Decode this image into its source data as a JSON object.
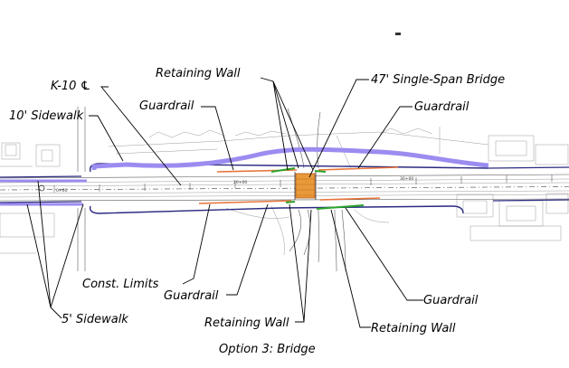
{
  "labels": {
    "centerline": "K-10 ℄",
    "retaining_wall_top": "Retaining Wall",
    "bridge": "47' Single-Span Bridge",
    "guardrail_top_left": "Guardrail",
    "guardrail_top_right": "Guardrail",
    "sidewalk_10": "10' Sidewalk",
    "const_limits": "Const. Limits",
    "guardrail_bottom_left": "Guardrail",
    "guardrail_bottom_right": "Guardrail",
    "sidewalk_5": "5' Sidewalk",
    "retaining_wall_bottom_left": "Retaining Wall",
    "retaining_wall_bottom_right": "Retaining Wall",
    "caption": "Option 3: Bridge"
  },
  "colors": {
    "sidewalk": "#9b8cf0",
    "guardrail": "#e8743a",
    "retaining_wall": "#2aa52a",
    "bridge": "#e89a3a",
    "curb": "#2a2a80"
  }
}
